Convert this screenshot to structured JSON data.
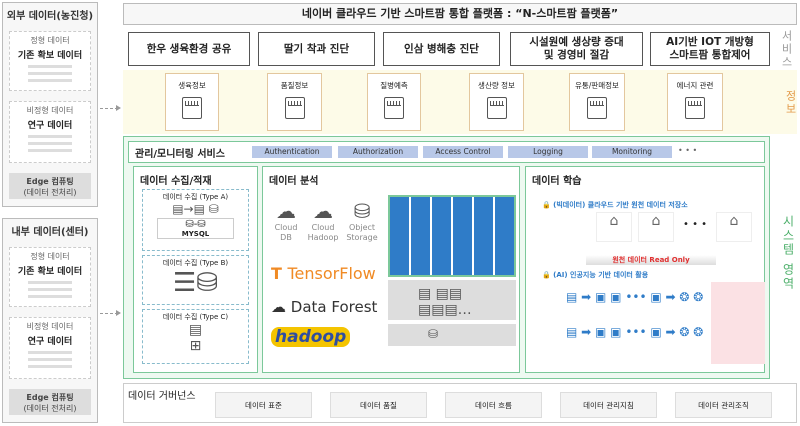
{
  "external": {
    "title": "외부 데이터(농진청)",
    "structured_head": "정형 데이터",
    "structured_body": "기존 확보 데이터",
    "unstructured_head": "비정형 데이터",
    "unstructured_body": "연구 데이터",
    "edge": "Edge 컴퓨팅",
    "edge_sub": "(데이터 전처리)"
  },
  "internal": {
    "title": "내부 데이터(센터)",
    "structured_head": "정형 데이터",
    "structured_body": "기존 확보 데이터",
    "unstructured_head": "비정형 데이터",
    "unstructured_body": "연구 데이터",
    "edge": "Edge 컴퓨팅",
    "edge_sub": "(데이터 전처리)"
  },
  "main_title": "네이버 클라우드 기반 스마트팜 통합 플랫폼 : “N-스마트팜 플랫폼”",
  "services": [
    "한우 생육환경 공유",
    "딸기 착과 진단",
    "인삼 병해충 진단",
    "시설원예 생상량 증대\n및 경영비 절감",
    "AI기반 IOT 개방형\n스마트팜 통합제어"
  ],
  "labels": {
    "service": "서비스",
    "info": "정보",
    "system": "시스템 영역"
  },
  "info": [
    "생육정보",
    "품질정보",
    "질병예측",
    "생산량 정보",
    "유통/판매정보",
    "에너지 관련"
  ],
  "mgmt": {
    "title": "관리/모니터링 서비스",
    "items": [
      "Authentication",
      "Authorization",
      "Access Control",
      "Logging",
      "Monitoring"
    ],
    "more": "• • •"
  },
  "collect": {
    "title": "데이터 수집/적재",
    "type_a": "데이터 수집 (Type A)",
    "mysql": "MYSQL",
    "type_b": "데이터 수집 (Type B)",
    "type_c": "데이터 수집 (Type C)"
  },
  "analysis": {
    "title": "데이터 분석",
    "cloud_db": "Cloud DB",
    "cloud_hadoop": "Cloud Hadoop",
    "object_storage": "Object Storage",
    "tensorflow": "TensorFlow",
    "data_forest": "Data Forest",
    "hadoop": "hadoop"
  },
  "learning": {
    "title": "데이터 학습",
    "store": "(빅데이터) 클라우드 기반 원천 데이터 저장소",
    "read_only": "원천 데이터 Read Only",
    "ai": "(AI) 인공지능 기반 데이터 활용",
    "dots": "• • •"
  },
  "governance": {
    "title": "데이터 거버넌스",
    "items": [
      "데이터 표준",
      "데이터 품질",
      "데이터 흐름",
      "데이터 관리지침",
      "데이터 관리조직"
    ]
  },
  "colors": {
    "green": "#7cc89a",
    "info_bg": "#fdfbe8",
    "pill": "#b8c8e8",
    "orange": "#e39a4a"
  }
}
